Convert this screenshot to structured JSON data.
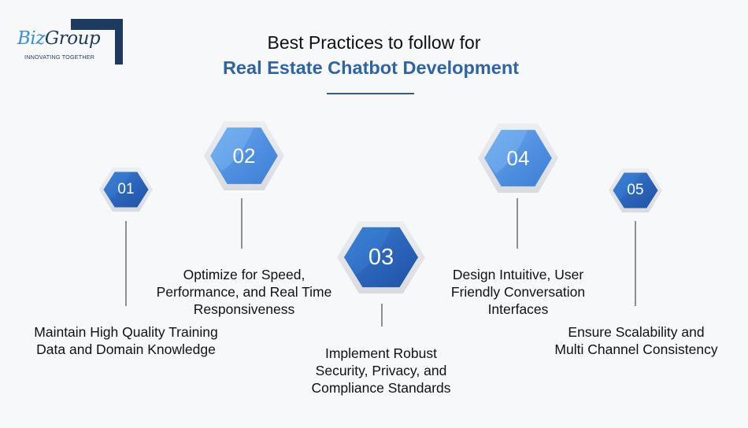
{
  "logo": {
    "brand_part1": "Biz",
    "brand_part2": "Group",
    "tagline": "INNOVATING TOGETHER"
  },
  "header": {
    "title_line1": "Best Practices to follow for",
    "title_line2": "Real Estate Chatbot Development"
  },
  "colors": {
    "background": "#f7f8fa",
    "accent_blue": "#2e64a6",
    "hex_dark_blue": "#2a63b8",
    "hex_light_blue": "#5a9ae6",
    "hex_border": "#e3e5e8",
    "connector_line": "#8d8f93",
    "logo_navy": "#1e3a5f"
  },
  "steps": [
    {
      "number": "01",
      "label_line1": "Maintain High Quality Training",
      "label_line2": "Data and Domain Knowledge",
      "label_line3": ""
    },
    {
      "number": "02",
      "label_line1": "Optimize for Speed,",
      "label_line2": "Performance, and Real Time",
      "label_line3": "Responsiveness"
    },
    {
      "number": "03",
      "label_line1": "Implement Robust",
      "label_line2": "Security, Privacy, and",
      "label_line3": "Compliance Standards"
    },
    {
      "number": "04",
      "label_line1": "Design Intuitive, User",
      "label_line2": "Friendly Conversation",
      "label_line3": "Interfaces"
    },
    {
      "number": "05",
      "label_line1": "Ensure Scalability and",
      "label_line2": "Multi Channel Consistency",
      "label_line3": ""
    }
  ]
}
